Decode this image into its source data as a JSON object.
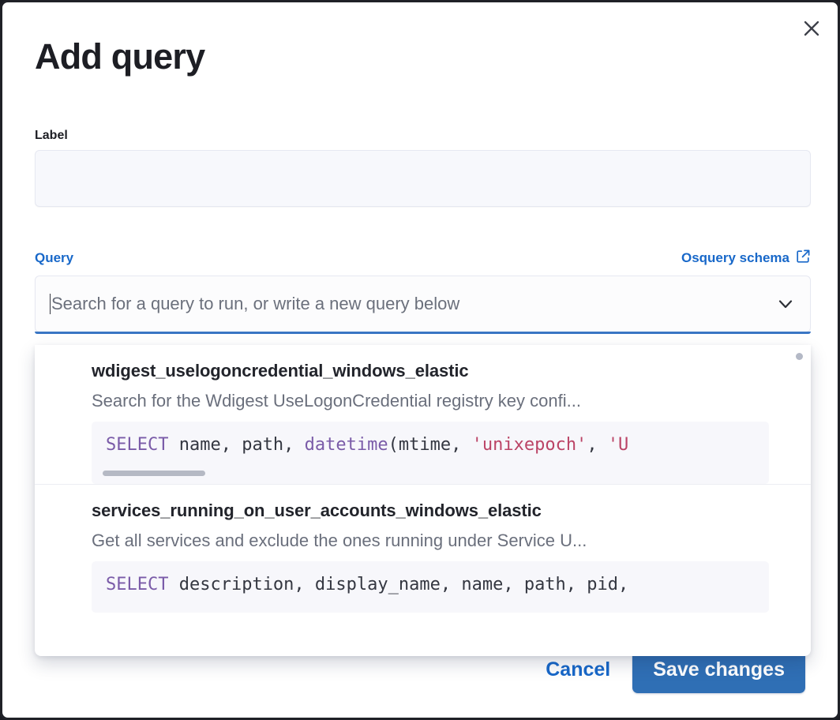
{
  "dialog": {
    "title": "Add query",
    "close_icon": "close-icon"
  },
  "label_field": {
    "label": "Label",
    "value": "",
    "placeholder": ""
  },
  "query_field": {
    "label": "Query",
    "schema_link_text": "Osquery schema",
    "schema_link_icon": "external-link-icon",
    "combo_placeholder": "Search for a query to run, or write a new query below",
    "combo_value": "",
    "chevron_icon": "chevron-down-icon"
  },
  "dropdown": {
    "items": [
      {
        "title": "wdigest_uselogoncredential_windows_elastic",
        "description": "Search for the Wdigest UseLogonCredential registry key confi...",
        "code_tokens": [
          {
            "text": "SELECT",
            "type": "keyword"
          },
          {
            "text": " name, path, ",
            "type": "plain"
          },
          {
            "text": "datetime",
            "type": "function"
          },
          {
            "text": "(mtime, ",
            "type": "plain"
          },
          {
            "text": "'unixepoch'",
            "type": "string"
          },
          {
            "text": ", ",
            "type": "plain"
          },
          {
            "text": "'U",
            "type": "string"
          }
        ],
        "code_text": "SELECT name, path, datetime(mtime, 'unixepoch', 'U",
        "has_scrollbar": true
      },
      {
        "title": "services_running_on_user_accounts_windows_elastic",
        "description": "Get all services and exclude the ones running under Service U...",
        "code_tokens": [
          {
            "text": "SELECT",
            "type": "keyword"
          },
          {
            "text": " description, display_name, name, path, pid,",
            "type": "plain"
          }
        ],
        "code_text": "SELECT description, display_name, name, path, pid,",
        "has_scrollbar": false
      }
    ]
  },
  "footer": {
    "cancel_label": "Cancel",
    "save_label": "Save changes"
  },
  "colors": {
    "accent_blue": "#1868c9",
    "button_blue": "#2f6fb5",
    "focus_underline": "#3a76c4",
    "sql_keyword": "#7a5ba8",
    "sql_string": "#bb4466",
    "text_dark": "#1d1e24",
    "text_muted": "#6a6f7c"
  }
}
